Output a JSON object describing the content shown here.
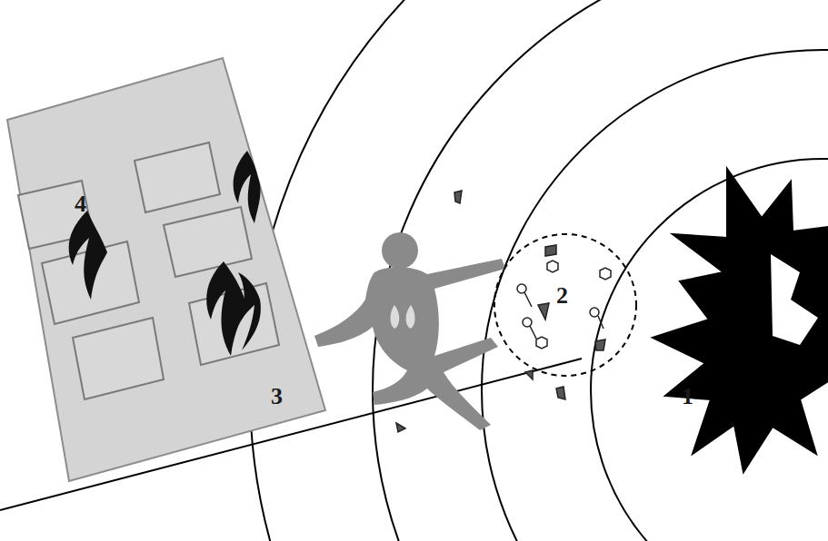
{
  "diagram": {
    "labels": [
      "4",
      "2",
      "1",
      "3"
    ]
  }
}
